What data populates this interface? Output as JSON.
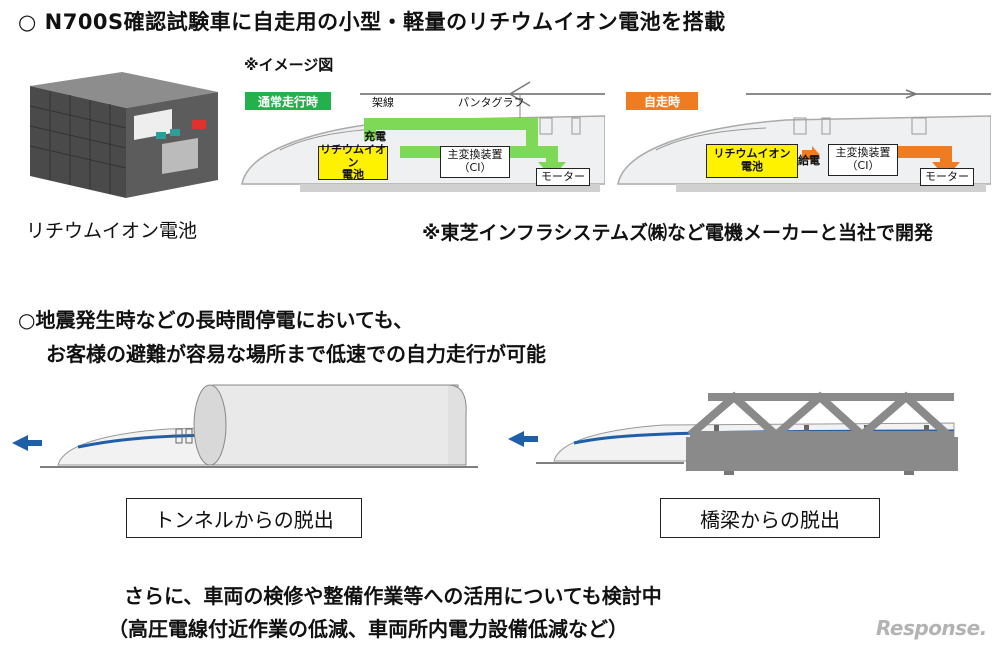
{
  "header": {
    "title": "○ N700S確認試験車に自走用の小型・軽量のリチウムイオン電池を搭載"
  },
  "image_note": "※イメージ図",
  "battery_label": "リチウムイオン電池",
  "normal_panel": {
    "tag": "通常走行時",
    "tag_color": "#22b14c",
    "overhead_line": "架線",
    "pantograph": "パンタグラフ",
    "charge": "充電",
    "battery_l1": "リチウムイオン",
    "battery_l2": "電池",
    "converter_l1": "主変換装置",
    "converter_l2": "（CI）",
    "motor": "モーター"
  },
  "self_panel": {
    "tag": "自走時",
    "tag_color": "#f07c22",
    "supply": "給電",
    "battery_l1": "リチウムイオン",
    "battery_l2": "電池",
    "converter_l1": "主変換装置",
    "converter_l2": "（CI）",
    "motor": "モーター"
  },
  "dev_note": "※東芝インフラシステムズ㈱など電機メーカーと当社で開発",
  "middle": {
    "line1": "○地震発生時などの長時間停電においても、",
    "line2": "お客様の避難が容易な場所まで低速での自力走行が可能"
  },
  "scenes": {
    "tunnel_label": "トンネルからの脱出",
    "bridge_label": "橋梁からの脱出"
  },
  "footer": {
    "line1": "さらに、車両の検修や整備作業等への活用についても検討中",
    "line2": "（高圧電線付近作業の低減、車両所内電力設備低減など）"
  },
  "watermark": "Response.",
  "colors": {
    "train_stripe": "#1f5fa8",
    "arrow_blue": "#1f5fa8",
    "green_flow": "#7ed957",
    "orange_flow": "#f07c22"
  }
}
